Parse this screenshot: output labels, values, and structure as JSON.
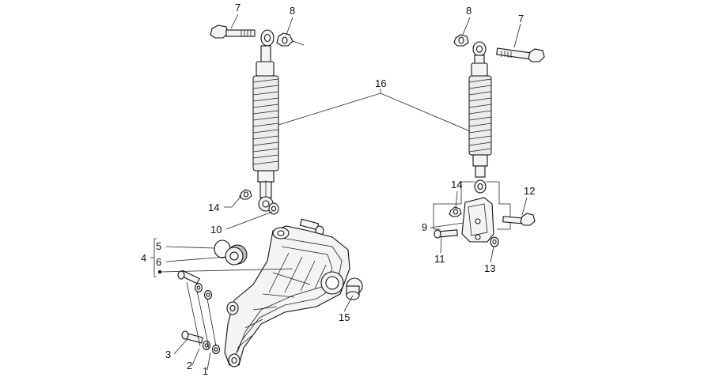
{
  "diagram": {
    "callouts": {
      "l1": "1",
      "l2": "2",
      "l3": "3",
      "l4": "4",
      "l5": "5",
      "l6": "6",
      "l7a": "7",
      "l7b": "7",
      "l8a": "8",
      "l8b": "8",
      "l9": "9",
      "l10": "10",
      "l11": "11",
      "l12": "12",
      "l13": "13",
      "l14a": "14",
      "l14b": "14",
      "l15": "15",
      "l16": "16"
    },
    "colors": {
      "line": "#222222",
      "part_fill": "#f4f4f4",
      "shadow": "#bdbdbd"
    }
  }
}
